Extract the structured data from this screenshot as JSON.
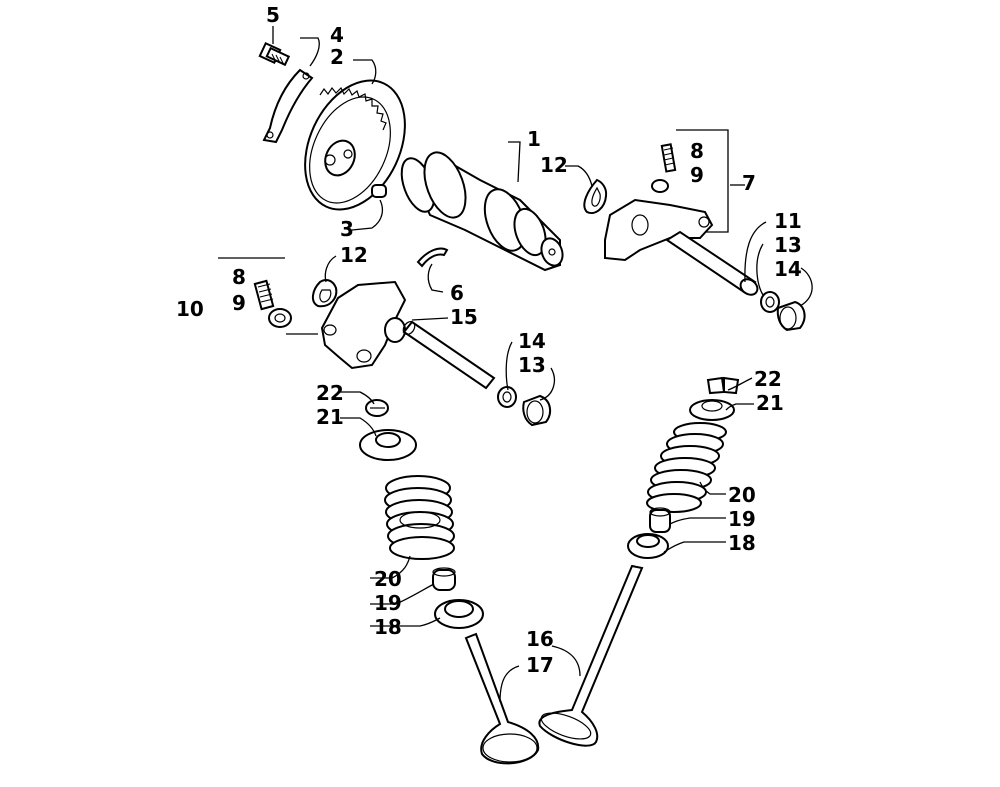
{
  "callouts": {
    "c5": "5",
    "c4": "4",
    "c2": "2",
    "c3": "3",
    "c1": "1",
    "c12a": "12",
    "c6": "6",
    "c8a": "8",
    "c9a": "9",
    "c7": "7",
    "c11": "11",
    "c13a": "13",
    "c14a": "14",
    "c8b": "8",
    "c9b": "9",
    "c10": "10",
    "c12b": "12",
    "c15": "15",
    "c14b": "14",
    "c13b": "13",
    "c22a": "22",
    "c21a": "21",
    "c20a": "20",
    "c19a": "19",
    "c18a": "18",
    "c22b": "22",
    "c21b": "21",
    "c20b": "20",
    "c19b": "19",
    "c18b": "18",
    "c16": "16",
    "c17": "17"
  }
}
